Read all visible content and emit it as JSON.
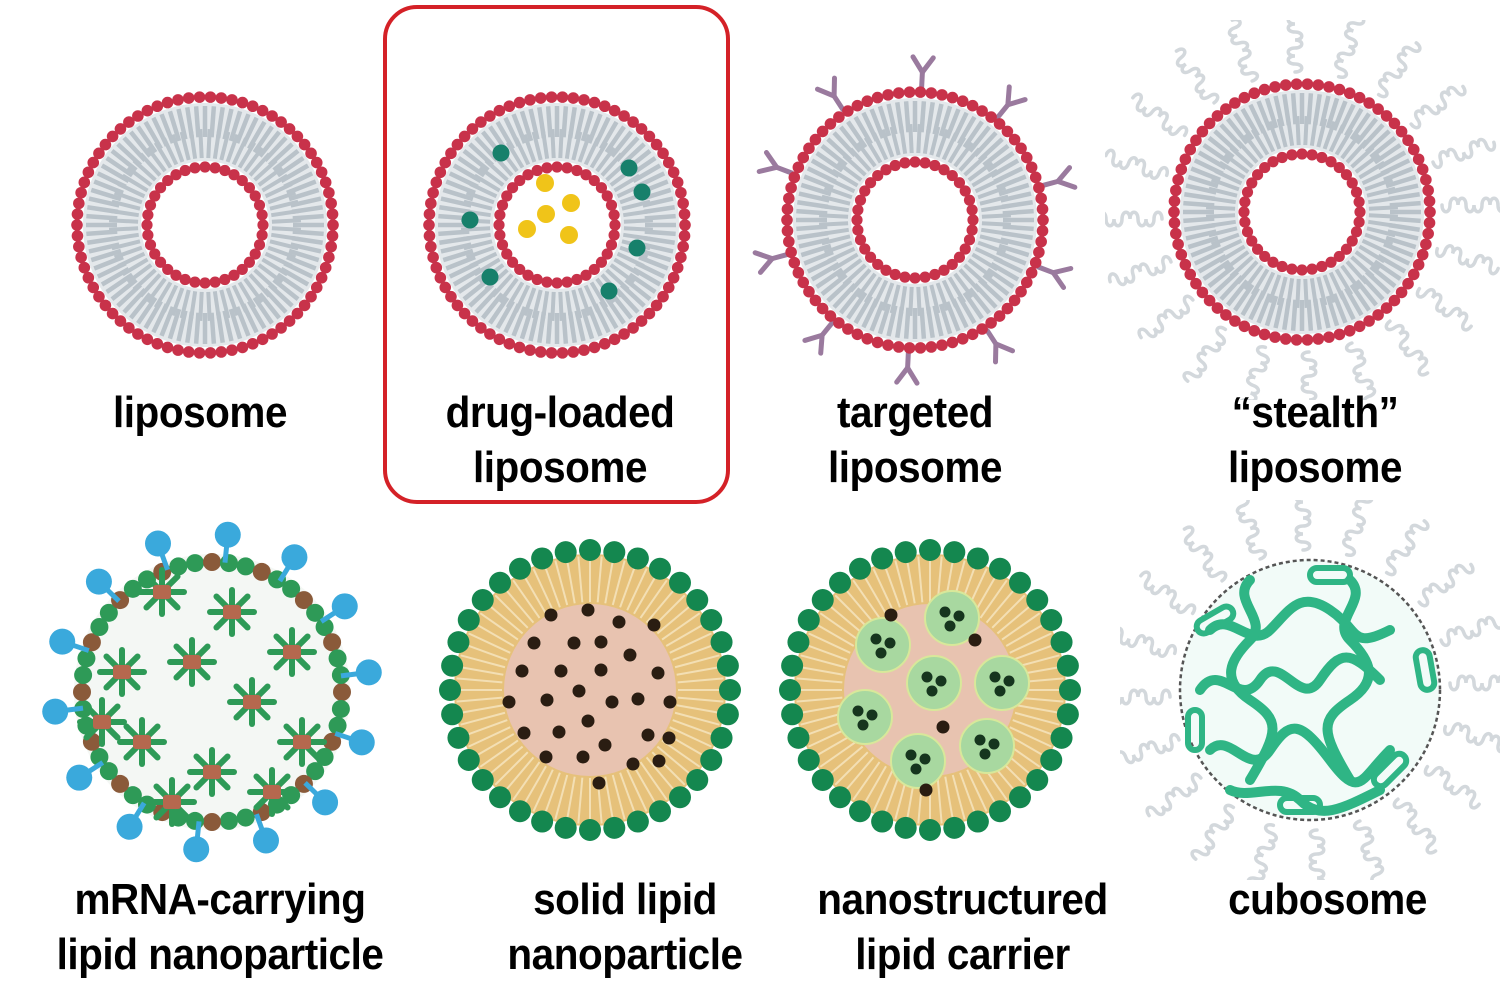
{
  "figure": {
    "highlighted_item": "drug-loaded-liposome",
    "highlight_color": "#d42127",
    "items": [
      {
        "id": "liposome",
        "lines": [
          "liposome"
        ],
        "row": 1,
        "col": 1
      },
      {
        "id": "drug-loaded-liposome",
        "lines": [
          "drug-loaded",
          "liposome"
        ],
        "row": 1,
        "col": 2
      },
      {
        "id": "targeted-liposome",
        "lines": [
          "targeted",
          "liposome"
        ],
        "row": 1,
        "col": 3
      },
      {
        "id": "stealth-liposome",
        "lines": [
          "“stealth”",
          "liposome"
        ],
        "row": 1,
        "col": 4
      },
      {
        "id": "mrna-lnp",
        "lines": [
          "mRNA-carrying",
          "lipid nanoparticle"
        ],
        "row": 2,
        "col": 1
      },
      {
        "id": "solid-lipid-nanoparticle",
        "lines": [
          "solid lipid",
          "nanoparticle"
        ],
        "row": 2,
        "col": 2
      },
      {
        "id": "nanostructured-lipid-carrier",
        "lines": [
          "nanostructured",
          "lipid carrier"
        ],
        "row": 2,
        "col": 3
      },
      {
        "id": "cubosome",
        "lines": [
          "cubosome"
        ],
        "row": 2,
        "col": 4
      }
    ],
    "colors": {
      "lipid_head_red": "#c8324a",
      "lipid_tail_gray": "#b9c2c9",
      "drug_hydrophobic_teal": "#17806b",
      "drug_hydrophilic_yellow": "#f0c419",
      "antibody_purple": "#9a7a9e",
      "peg_gray": "#d3d8dc",
      "lnp_green": "#2e9a57",
      "lnp_blue": "#3aa9dc",
      "lnp_brown": "#8a5a3a",
      "sln_head_green": "#14874f",
      "sln_tail_tan": "#e6c17a",
      "sln_core_pink": "#e8c3b0",
      "sln_drug_dark": "#2a1d12",
      "nlc_pocket_green": "#a8d8a0",
      "cubosome_teal": "#2fb585"
    }
  }
}
